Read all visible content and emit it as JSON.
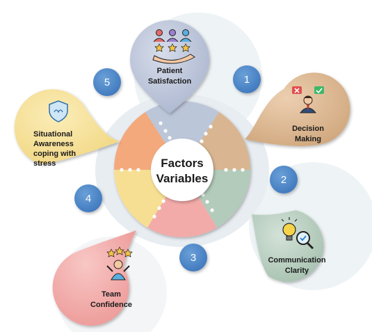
{
  "center": {
    "line1": "Factors",
    "line2": "Variables"
  },
  "factors": [
    {
      "id": "patient",
      "line1": "Patient",
      "line2": "Satisfaction",
      "number": "1",
      "color": "#b9c2d7",
      "icon": "people-rating-hand-icon"
    },
    {
      "id": "decision",
      "line1": "Decision",
      "line2": "Making",
      "number": "2",
      "color": "#d9b691",
      "icon": "doctor-choice-icon"
    },
    {
      "id": "communication",
      "line1": "Communication",
      "line2": "Clarity",
      "number": "3",
      "color": "#b4ccbd",
      "icon": "lightbulb-magnifier-icon"
    },
    {
      "id": "team",
      "line1": "Team",
      "line2": "Confidence",
      "number": "4",
      "color": "#f0aaa8",
      "icon": "person-stars-icon"
    },
    {
      "id": "situational",
      "line1": "Situational",
      "line2": "Awareness",
      "line3": "coping with",
      "line4": "stress",
      "number": "5",
      "color": "#f6e095",
      "icon": "shield-brain-icon"
    }
  ],
  "colors": {
    "number_circle": "#4a86c8",
    "ring_light": "#eef2f6",
    "segment_orange": "#f5a878"
  }
}
